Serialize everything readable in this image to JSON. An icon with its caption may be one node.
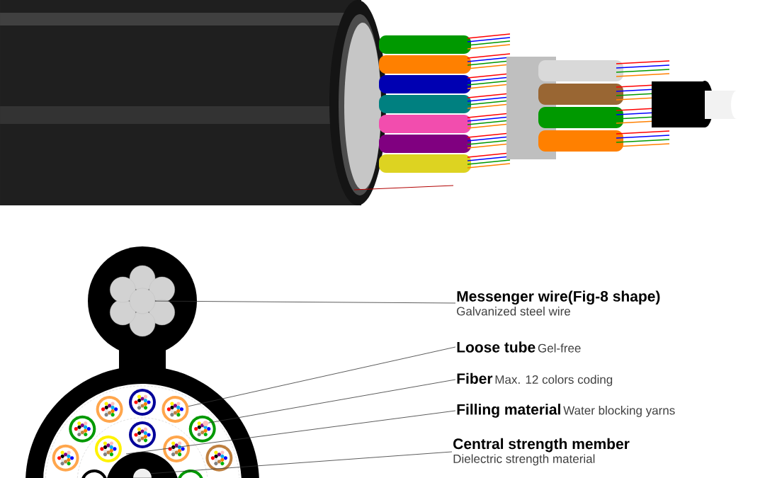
{
  "diagram": {
    "nodes": [
      {
        "text": [
          "Messenger wire(Fig-8 shape)",
          "Galvanized steel wire"
        ]
      },
      {
        "text": [
          "Loose tube",
          "Gel-free"
        ]
      },
      {
        "text": [
          "Fiber",
          "Max. 12 colors coding"
        ]
      },
      {
        "text": [
          "Filling material",
          "Water blocking yarns"
        ]
      },
      {
        "text": [
          "Central strength member",
          "Dielectric strength material"
        ]
      },
      {
        "text": [],
        "shape": "circle"
      },
      {
        "text": [],
        "shape": "circle"
      },
      {
        "text": [],
        "shape": "circle"
      },
      {
        "text": [],
        "shape": "circle"
      }
    ],
    "edges": [
      {
        "from": 0,
        "to": 5,
        "arrow": "none"
      },
      {
        "from": 1,
        "to": 6,
        "arrow": "none"
      },
      {
        "from": 2,
        "to": 7,
        "arrow": "none"
      },
      {
        "from": 3,
        "to": null,
        "arrow": "none"
      },
      {
        "from": 4,
        "to": 8,
        "arrow": "none"
      }
    ]
  }
}
